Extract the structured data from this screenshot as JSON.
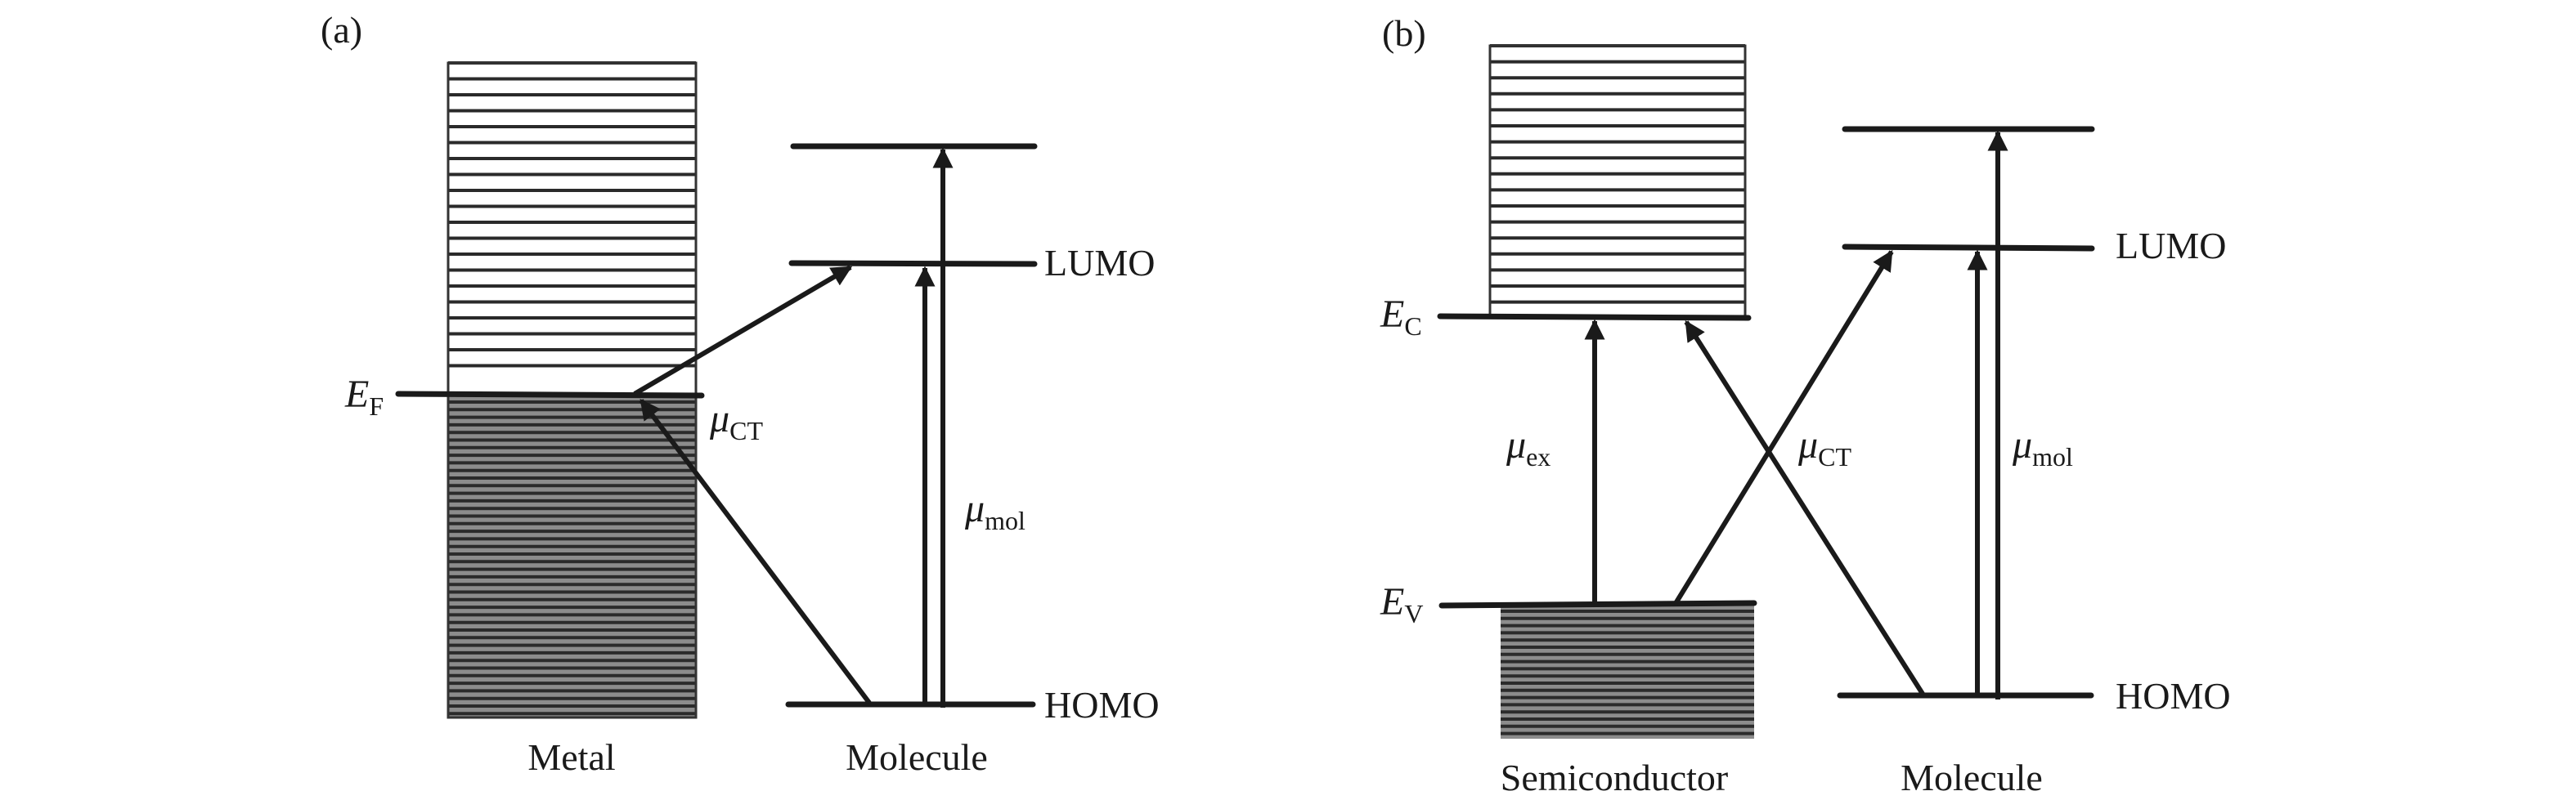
{
  "figure": {
    "panel_a": {
      "panel_label": "(a)",
      "left_material": "Metal",
      "right_material": "Molecule",
      "fermi_level": {
        "symbol": "E",
        "subscript": "F"
      },
      "levels": {
        "lumo": "LUMO",
        "homo": "HOMO"
      },
      "transitions": [
        {
          "symbol": "μ",
          "subscript": "CT",
          "description": "charge transfer: HOMO → E_F → LUMO"
        },
        {
          "symbol": "μ",
          "subscript": "mol",
          "description": "molecular: HOMO → LUMO and HOMO → higher level"
        }
      ]
    },
    "panel_b": {
      "panel_label": "(b)",
      "left_material": "Semiconductor",
      "right_material": "Molecule",
      "conduction_band_edge": {
        "symbol": "E",
        "subscript": "C"
      },
      "valence_band_edge": {
        "symbol": "E",
        "subscript": "V"
      },
      "levels": {
        "lumo": "LUMO",
        "homo": "HOMO"
      },
      "transitions": [
        {
          "symbol": "μ",
          "subscript": "ex",
          "description": "exciton: E_V → E_C"
        },
        {
          "symbol": "μ",
          "subscript": "CT",
          "description": "charge transfer: E_V → LUMO and HOMO → E_C"
        },
        {
          "symbol": "μ",
          "subscript": "mol",
          "description": "molecular: HOMO → LUMO and HOMO → higher level"
        }
      ]
    },
    "colors": {
      "ink": "#1a1a1a",
      "background": "#ffffff",
      "filled_band": "#8c8c8c"
    }
  }
}
